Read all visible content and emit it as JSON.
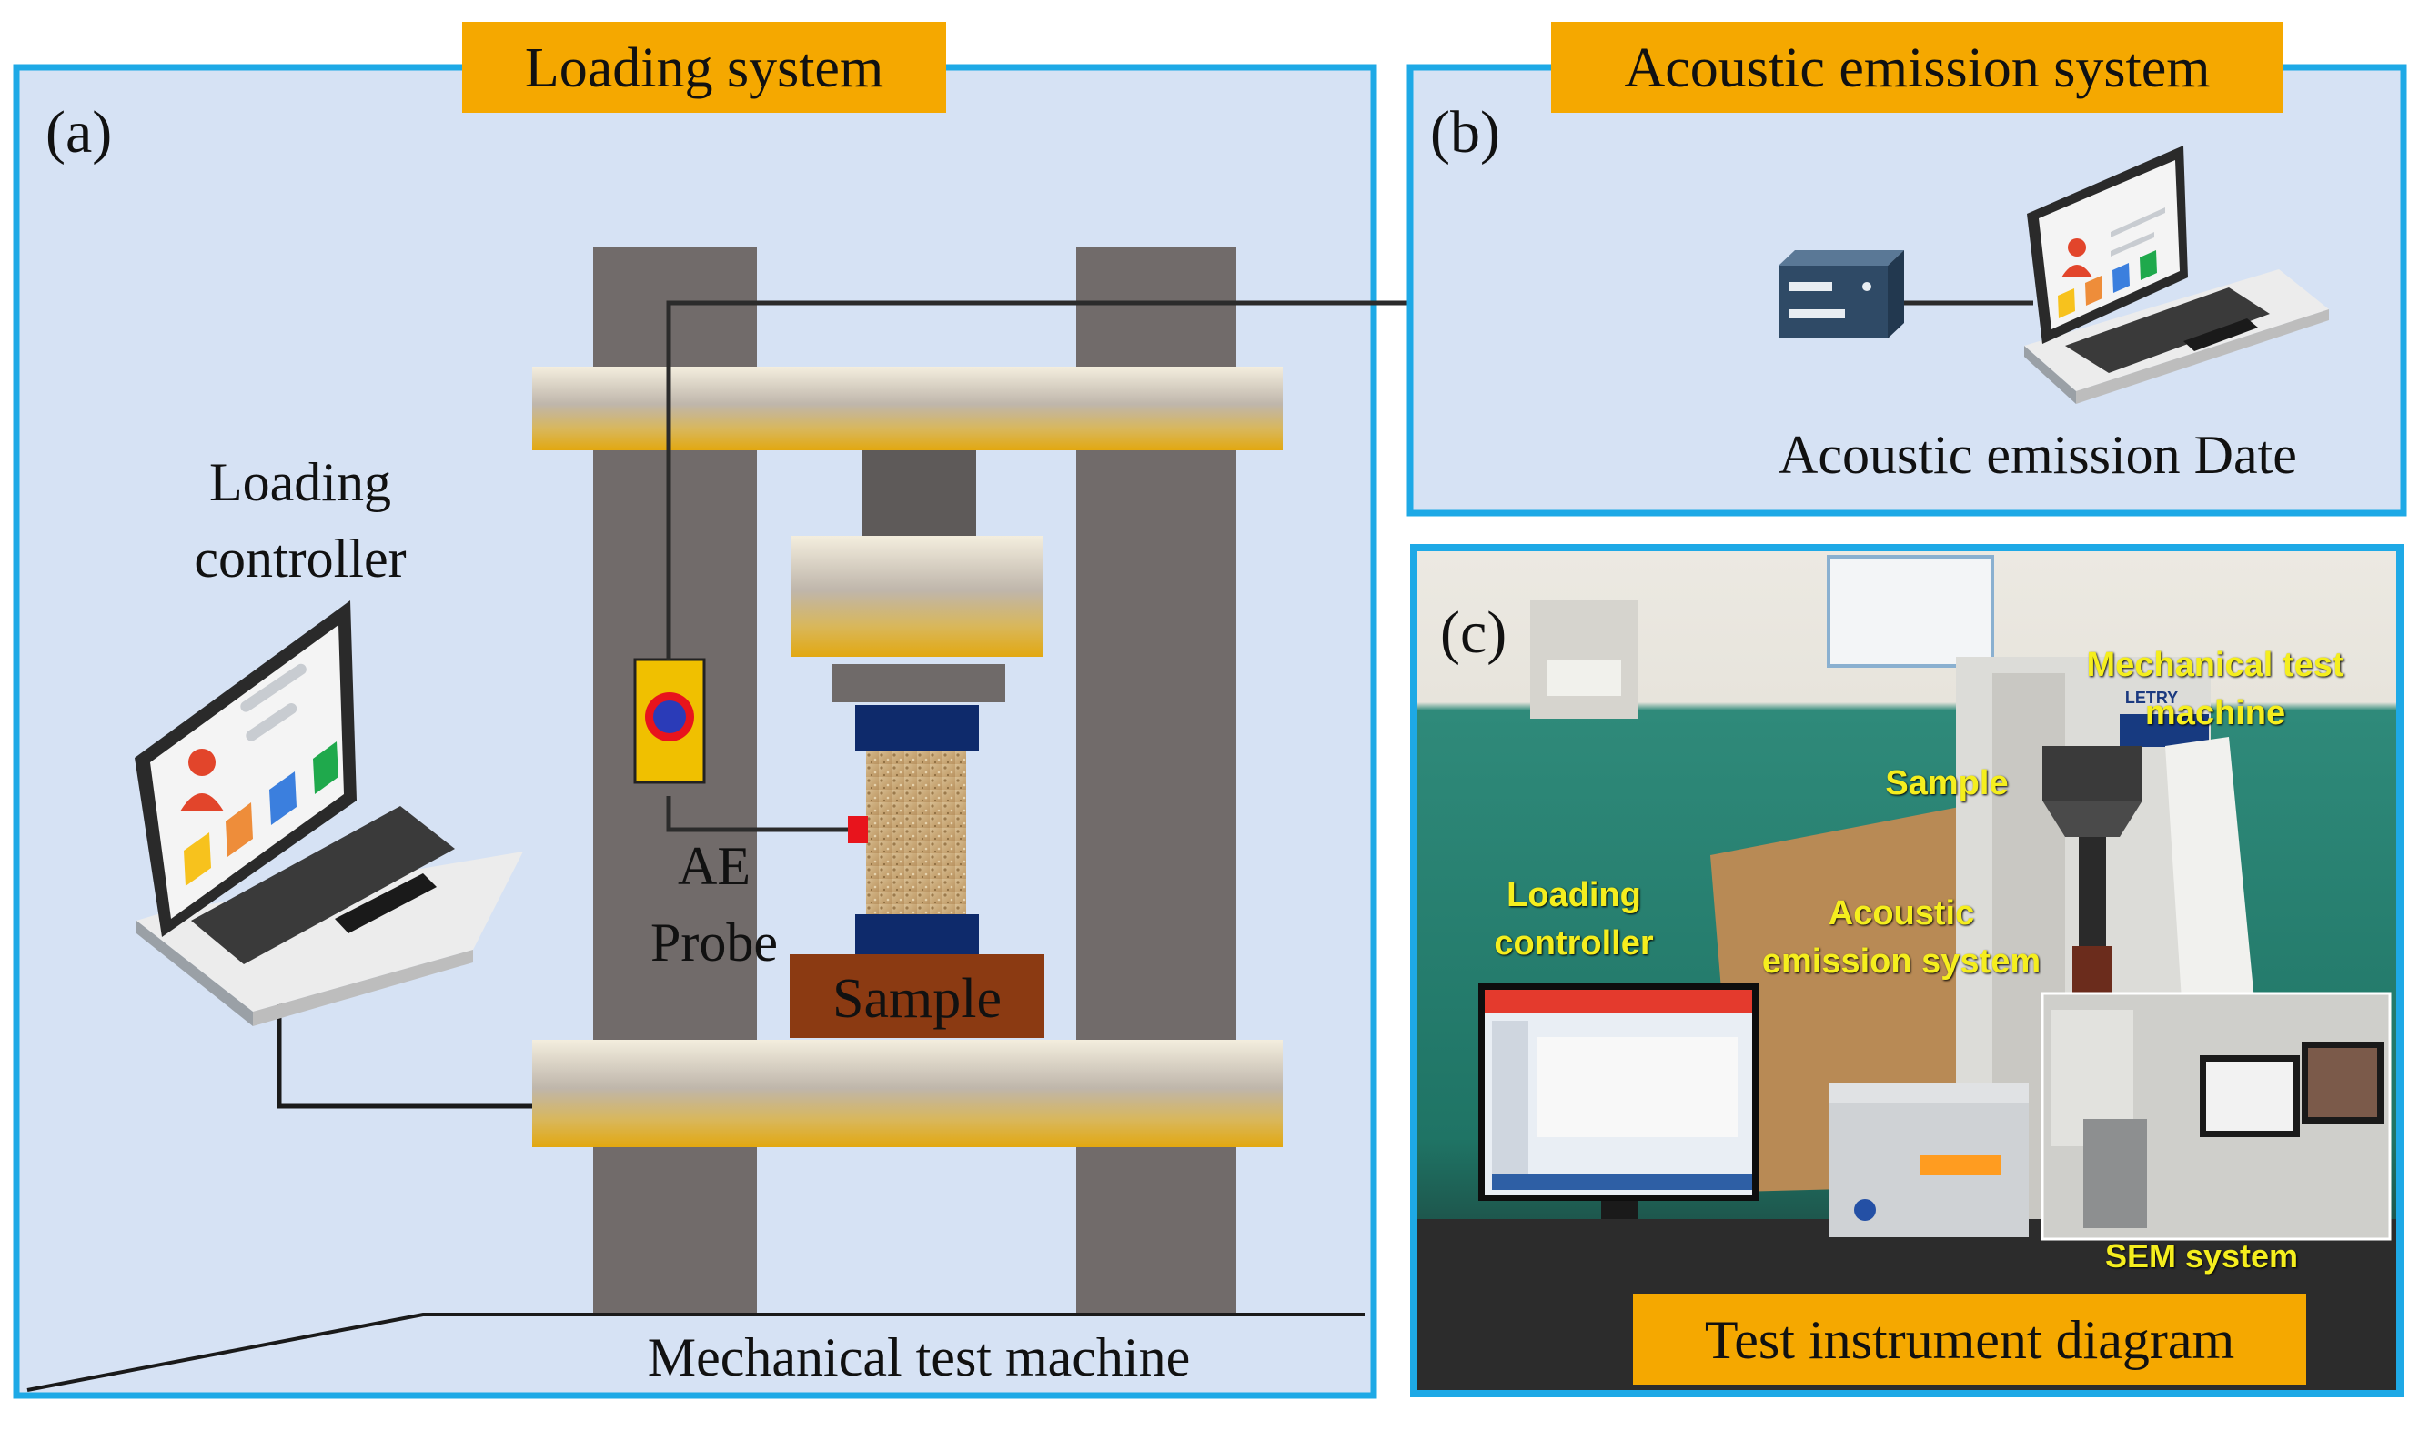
{
  "panels": {
    "a": {
      "letter": "(a)",
      "title": "Loading system",
      "loading_controller": "Loading\ncontroller",
      "ae_probe": "AE\nProbe",
      "sample": "Sample",
      "machine": "Mechanical test machine"
    },
    "b": {
      "letter": "(b)",
      "title": "Acoustic emission system",
      "data_label": "Acoustic emission Date"
    },
    "c": {
      "letter": "(c)",
      "caption": "Test instrument diagram",
      "photo_labels": {
        "mechanical_test_machine": "Mechanical test\nmachine",
        "sample": "Sample",
        "loading_controller": "Loading\ncontroller",
        "acoustic_emission_system": "Acoustic\nemission system",
        "sem_system": "SEM system",
        "letry": "LETRY"
      }
    }
  },
  "colors": {
    "panel_fill": "#d6e2f4",
    "panel_border": "#1ea9e6",
    "title_box": "#f5a800",
    "column": "#716b6a",
    "beam_gold": "#d8a31c",
    "platen_navy": "#0e2a6b",
    "base_brown": "#8b3a12",
    "probe_red": "#e8141c",
    "probe_body": "#f0c000",
    "laptop_dark": "#2a2a2a",
    "daq_box": "#2f4a66"
  },
  "icons": [
    "laptop-icon",
    "daq-box-icon",
    "ae-probe-icon"
  ]
}
